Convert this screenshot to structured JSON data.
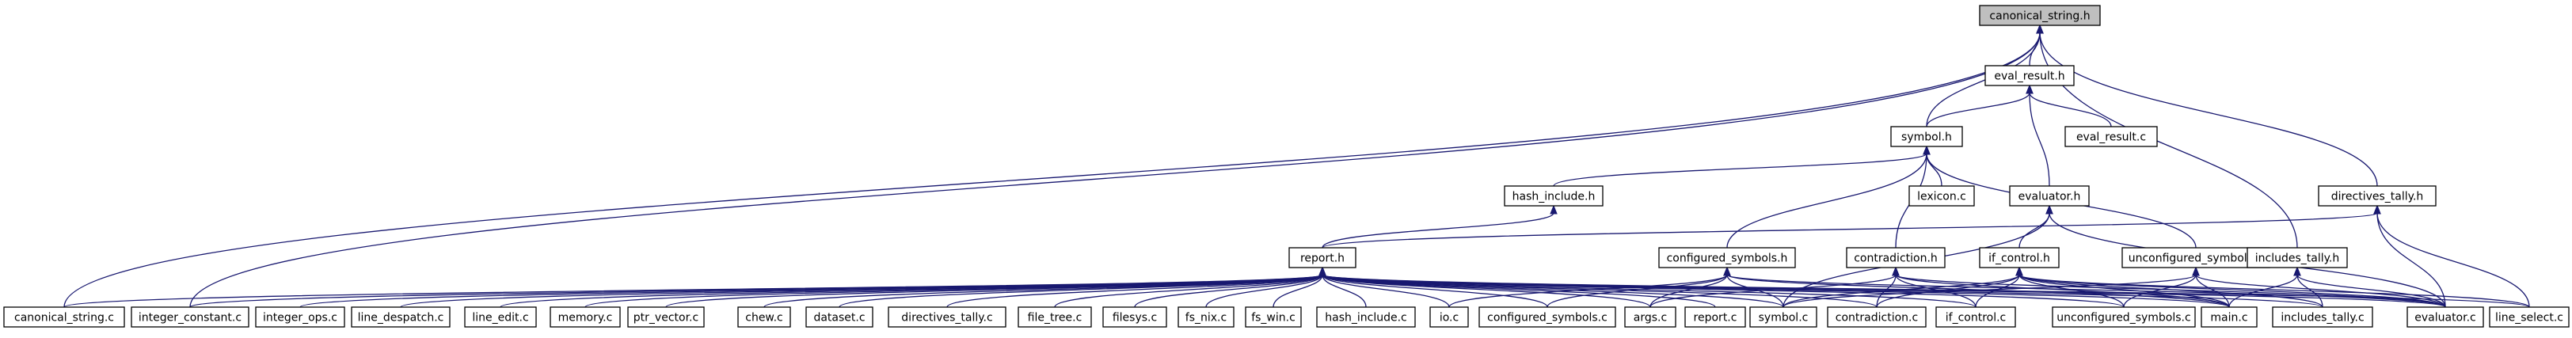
{
  "graph": {
    "root": "canonical_string.h",
    "colors": {
      "node_fill": "#ffffff",
      "root_fill": "#bfbfbf",
      "border": "#000000",
      "edge": "#191970"
    },
    "nodes": [
      {
        "id": "canonical_string_h",
        "label": "canonical_string.h"
      },
      {
        "id": "eval_result_h",
        "label": "eval_result.h"
      },
      {
        "id": "symbol_h",
        "label": "symbol.h"
      },
      {
        "id": "eval_result_c",
        "label": "eval_result.c"
      },
      {
        "id": "lexicon_c",
        "label": "lexicon.c"
      },
      {
        "id": "evaluator_h",
        "label": "evaluator.h"
      },
      {
        "id": "directives_tally_h",
        "label": "directives_tally.h"
      },
      {
        "id": "hash_include_h",
        "label": "hash_include.h"
      },
      {
        "id": "report_h",
        "label": "report.h"
      },
      {
        "id": "configured_symbols_h",
        "label": "configured_symbols.h"
      },
      {
        "id": "contradiction_h",
        "label": "contradiction.h"
      },
      {
        "id": "if_control_h",
        "label": "if_control.h"
      },
      {
        "id": "unconfigured_symbols_h",
        "label": "unconfigured_symbols.h"
      },
      {
        "id": "includes_tally_h",
        "label": "includes_tally.h"
      },
      {
        "id": "canonical_string_c",
        "label": "canonical_string.c"
      },
      {
        "id": "integer_constant_c",
        "label": "integer_constant.c"
      },
      {
        "id": "integer_ops_c",
        "label": "integer_ops.c"
      },
      {
        "id": "line_despatch_c",
        "label": "line_despatch.c"
      },
      {
        "id": "line_edit_c",
        "label": "line_edit.c"
      },
      {
        "id": "memory_c",
        "label": "memory.c"
      },
      {
        "id": "ptr_vector_c",
        "label": "ptr_vector.c"
      },
      {
        "id": "chew_c",
        "label": "chew.c"
      },
      {
        "id": "dataset_c",
        "label": "dataset.c"
      },
      {
        "id": "directives_tally_c",
        "label": "directives_tally.c"
      },
      {
        "id": "file_tree_c",
        "label": "file_tree.c"
      },
      {
        "id": "filesys_c",
        "label": "filesys.c"
      },
      {
        "id": "fs_nix_c",
        "label": "fs_nix.c"
      },
      {
        "id": "fs_win_c",
        "label": "fs_win.c"
      },
      {
        "id": "hash_include_c",
        "label": "hash_include.c"
      },
      {
        "id": "io_c",
        "label": "io.c"
      },
      {
        "id": "configured_symbols_c",
        "label": "configured_symbols.c"
      },
      {
        "id": "args_c",
        "label": "args.c"
      },
      {
        "id": "report_c",
        "label": "report.c"
      },
      {
        "id": "symbol_c",
        "label": "symbol.c"
      },
      {
        "id": "contradiction_c",
        "label": "contradiction.c"
      },
      {
        "id": "if_control_c",
        "label": "if_control.c"
      },
      {
        "id": "unconfigured_symbols_c",
        "label": "unconfigured_symbols.c"
      },
      {
        "id": "main_c",
        "label": "main.c"
      },
      {
        "id": "includes_tally_c",
        "label": "includes_tally.c"
      },
      {
        "id": "evaluator_c",
        "label": "evaluator.c"
      },
      {
        "id": "line_select_c",
        "label": "line_select.c"
      }
    ],
    "edges": [
      {
        "from": "eval_result_h",
        "to": "canonical_string_h"
      },
      {
        "from": "symbol_h",
        "to": "canonical_string_h"
      },
      {
        "from": "directives_tally_h",
        "to": "canonical_string_h"
      },
      {
        "from": "includes_tally_h",
        "to": "canonical_string_h"
      },
      {
        "from": "canonical_string_c",
        "to": "canonical_string_h"
      },
      {
        "from": "integer_constant_c",
        "to": "canonical_string_h"
      },
      {
        "from": "symbol_h",
        "to": "eval_result_h"
      },
      {
        "from": "eval_result_c",
        "to": "eval_result_h"
      },
      {
        "from": "evaluator_h",
        "to": "eval_result_h"
      },
      {
        "from": "lexicon_c",
        "to": "symbol_h"
      },
      {
        "from": "hash_include_h",
        "to": "symbol_h"
      },
      {
        "from": "configured_symbols_h",
        "to": "symbol_h"
      },
      {
        "from": "contradiction_h",
        "to": "symbol_h"
      },
      {
        "from": "unconfigured_symbols_h",
        "to": "symbol_h"
      },
      {
        "from": "report_h",
        "to": "hash_include_h"
      },
      {
        "from": "report_h",
        "to": "directives_tally_h"
      },
      {
        "from": "evaluator_c",
        "to": "directives_tally_h"
      },
      {
        "from": "line_select_c",
        "to": "directives_tally_h"
      },
      {
        "from": "if_control_h",
        "to": "evaluator_h"
      },
      {
        "from": "symbol_c",
        "to": "evaluator_h"
      },
      {
        "from": "evaluator_c",
        "to": "evaluator_h"
      },
      {
        "from": "canonical_string_c",
        "to": "report_h"
      },
      {
        "from": "integer_constant_c",
        "to": "report_h"
      },
      {
        "from": "integer_ops_c",
        "to": "report_h"
      },
      {
        "from": "line_despatch_c",
        "to": "report_h"
      },
      {
        "from": "line_edit_c",
        "to": "report_h"
      },
      {
        "from": "memory_c",
        "to": "report_h"
      },
      {
        "from": "ptr_vector_c",
        "to": "report_h"
      },
      {
        "from": "chew_c",
        "to": "report_h"
      },
      {
        "from": "dataset_c",
        "to": "report_h"
      },
      {
        "from": "directives_tally_c",
        "to": "report_h"
      },
      {
        "from": "file_tree_c",
        "to": "report_h"
      },
      {
        "from": "filesys_c",
        "to": "report_h"
      },
      {
        "from": "fs_nix_c",
        "to": "report_h"
      },
      {
        "from": "fs_win_c",
        "to": "report_h"
      },
      {
        "from": "hash_include_c",
        "to": "report_h"
      },
      {
        "from": "io_c",
        "to": "report_h"
      },
      {
        "from": "configured_symbols_c",
        "to": "report_h"
      },
      {
        "from": "args_c",
        "to": "report_h"
      },
      {
        "from": "report_c",
        "to": "report_h"
      },
      {
        "from": "symbol_c",
        "to": "report_h"
      },
      {
        "from": "contradiction_c",
        "to": "report_h"
      },
      {
        "from": "if_control_c",
        "to": "report_h"
      },
      {
        "from": "unconfigured_symbols_c",
        "to": "report_h"
      },
      {
        "from": "main_c",
        "to": "report_h"
      },
      {
        "from": "includes_tally_c",
        "to": "report_h"
      },
      {
        "from": "evaluator_c",
        "to": "report_h"
      },
      {
        "from": "line_select_c",
        "to": "report_h"
      },
      {
        "from": "io_c",
        "to": "configured_symbols_h"
      },
      {
        "from": "configured_symbols_c",
        "to": "configured_symbols_h"
      },
      {
        "from": "args_c",
        "to": "configured_symbols_h"
      },
      {
        "from": "symbol_c",
        "to": "configured_symbols_h"
      },
      {
        "from": "main_c",
        "to": "configured_symbols_h"
      },
      {
        "from": "evaluator_c",
        "to": "configured_symbols_h"
      },
      {
        "from": "args_c",
        "to": "contradiction_h"
      },
      {
        "from": "contradiction_c",
        "to": "contradiction_h"
      },
      {
        "from": "if_control_c",
        "to": "contradiction_h"
      },
      {
        "from": "main_c",
        "to": "contradiction_h"
      },
      {
        "from": "evaluator_c",
        "to": "contradiction_h"
      },
      {
        "from": "symbol_c",
        "to": "if_control_h"
      },
      {
        "from": "contradiction_c",
        "to": "if_control_h"
      },
      {
        "from": "if_control_c",
        "to": "if_control_h"
      },
      {
        "from": "unconfigured_symbols_c",
        "to": "if_control_h"
      },
      {
        "from": "main_c",
        "to": "if_control_h"
      },
      {
        "from": "includes_tally_c",
        "to": "if_control_h"
      },
      {
        "from": "evaluator_c",
        "to": "if_control_h"
      },
      {
        "from": "line_select_c",
        "to": "if_control_h"
      },
      {
        "from": "symbol_c",
        "to": "unconfigured_symbols_h"
      },
      {
        "from": "unconfigured_symbols_c",
        "to": "unconfigured_symbols_h"
      },
      {
        "from": "main_c",
        "to": "unconfigured_symbols_h"
      },
      {
        "from": "evaluator_c",
        "to": "unconfigured_symbols_h"
      },
      {
        "from": "main_c",
        "to": "includes_tally_h"
      },
      {
        "from": "includes_tally_c",
        "to": "includes_tally_h"
      },
      {
        "from": "evaluator_c",
        "to": "includes_tally_h"
      }
    ]
  }
}
